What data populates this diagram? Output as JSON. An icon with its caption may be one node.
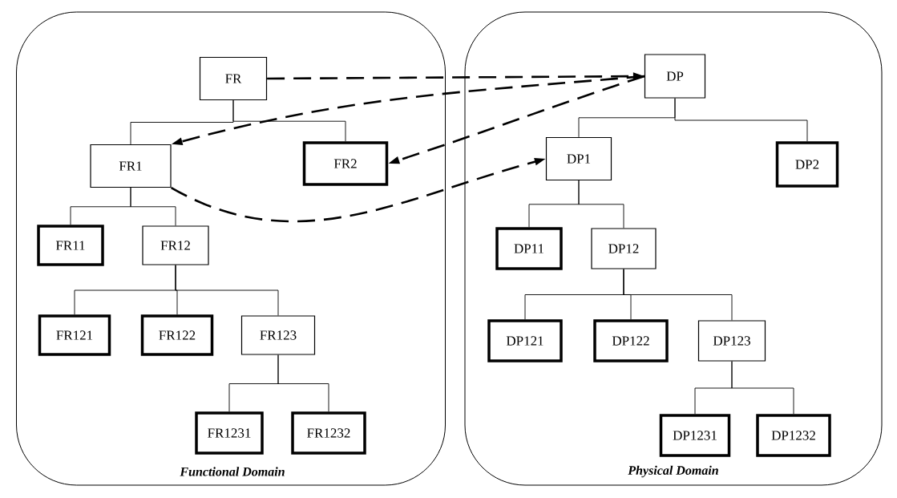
{
  "diagram": {
    "nodes": [
      {
        "text": [
          "Functional Domain"
        ]
      },
      {
        "text": [
          "Physical Domain"
        ]
      },
      {
        "text": [
          "FR"
        ],
        "in": 0
      },
      {
        "text": [
          "FR1"
        ],
        "in": 0
      },
      {
        "text": [
          "FR2"
        ],
        "in": 0
      },
      {
        "text": [
          "FR11"
        ],
        "in": 0
      },
      {
        "text": [
          "FR12"
        ],
        "in": 0
      },
      {
        "text": [
          "FR121"
        ],
        "in": 0
      },
      {
        "text": [
          "FR122"
        ],
        "in": 0
      },
      {
        "text": [
          "FR123"
        ],
        "in": 0
      },
      {
        "text": [
          "FR1231"
        ],
        "in": 0
      },
      {
        "text": [
          "FR1232"
        ],
        "in": 0
      },
      {
        "text": [
          "DP"
        ],
        "in": 1
      },
      {
        "text": [
          "DP1"
        ],
        "in": 1
      },
      {
        "text": [
          "DP2"
        ],
        "in": 1
      },
      {
        "text": [
          "DP11"
        ],
        "in": 1
      },
      {
        "text": [
          "DP12"
        ],
        "in": 1
      },
      {
        "text": [
          "DP121"
        ],
        "in": 1
      },
      {
        "text": [
          "DP122"
        ],
        "in": 1
      },
      {
        "text": [
          "DP123"
        ],
        "in": 1
      },
      {
        "text": [
          "DP1231"
        ],
        "in": 1
      },
      {
        "text": [
          "DP1232"
        ],
        "in": 1
      }
    ],
    "edges": [
      {
        "from": 2,
        "to": 3,
        "arrow": "none"
      },
      {
        "from": 2,
        "to": 4,
        "arrow": "none"
      },
      {
        "from": 3,
        "to": 5,
        "arrow": "none"
      },
      {
        "from": 3,
        "to": 6,
        "arrow": "none"
      },
      {
        "from": 6,
        "to": 7,
        "arrow": "none"
      },
      {
        "from": 6,
        "to": 8,
        "arrow": "none"
      },
      {
        "from": 6,
        "to": 9,
        "arrow": "none"
      },
      {
        "from": 9,
        "to": 10,
        "arrow": "none"
      },
      {
        "from": 9,
        "to": 11,
        "arrow": "none"
      },
      {
        "from": 12,
        "to": 13,
        "arrow": "none"
      },
      {
        "from": 12,
        "to": 14,
        "arrow": "none"
      },
      {
        "from": 13,
        "to": 15,
        "arrow": "none"
      },
      {
        "from": 13,
        "to": 16,
        "arrow": "none"
      },
      {
        "from": 16,
        "to": 17,
        "arrow": "none"
      },
      {
        "from": 16,
        "to": 18,
        "arrow": "none"
      },
      {
        "from": 16,
        "to": 19,
        "arrow": "none"
      },
      {
        "from": 19,
        "to": 20,
        "arrow": "none"
      },
      {
        "from": 19,
        "to": 21,
        "arrow": "none"
      },
      {
        "from": 2,
        "to": 12,
        "arrow": "to",
        "style": "dashed"
      },
      {
        "from": 12,
        "to": 3,
        "arrow": "to",
        "style": "dashed"
      },
      {
        "from": 12,
        "to": 4,
        "arrow": "to",
        "style": "dashed"
      },
      {
        "from": 3,
        "to": 13,
        "arrow": "to",
        "style": "dashed"
      }
    ]
  }
}
